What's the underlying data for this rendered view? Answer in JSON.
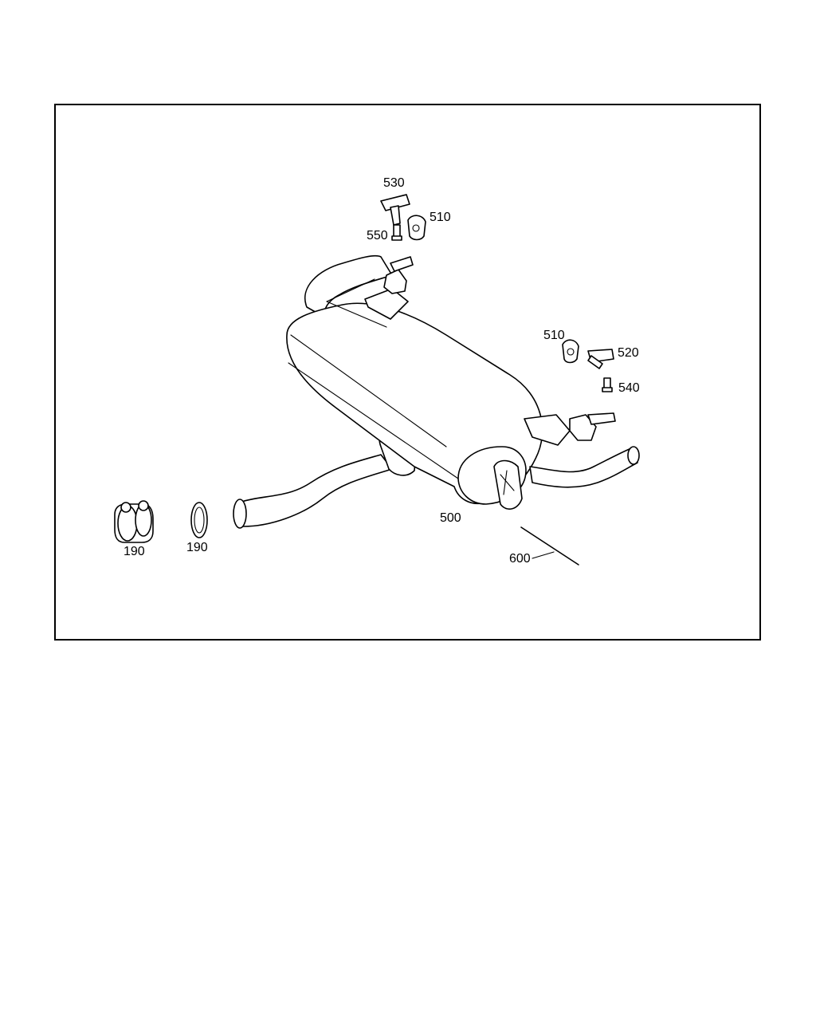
{
  "diagram": {
    "callouts": {
      "p530": "530",
      "p510_top": "510",
      "p550": "550",
      "p510_right": "510",
      "p520": "520",
      "p540": "540",
      "p500": "500",
      "p600": "600",
      "p190_a": "190",
      "p190_b": "190"
    }
  }
}
